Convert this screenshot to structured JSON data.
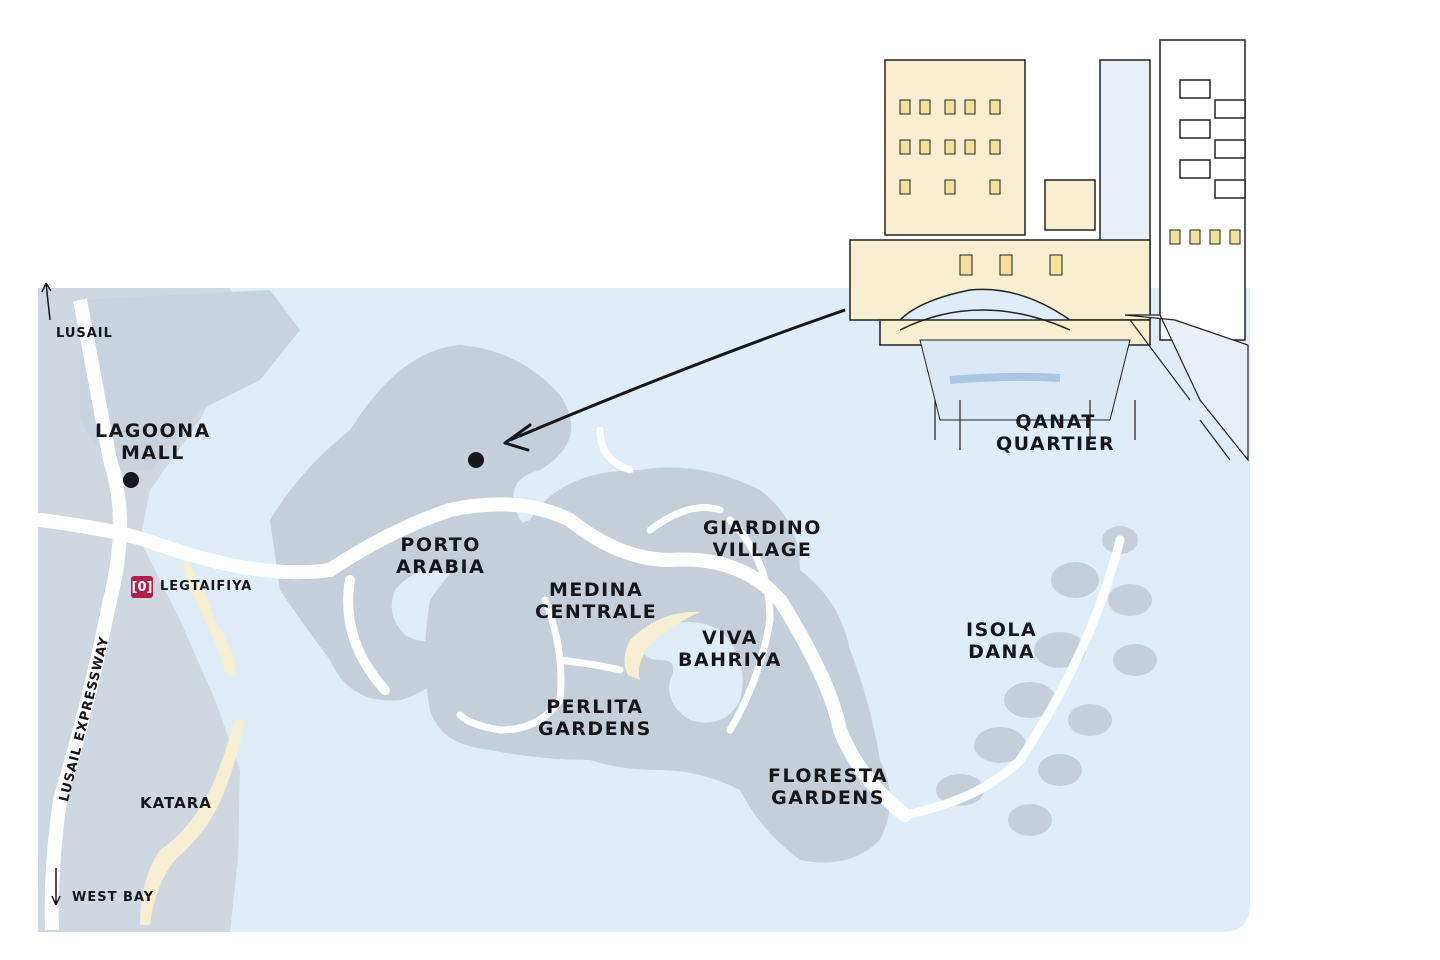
{
  "map": {
    "landmarks": [
      {
        "name": "Lagoona Mall"
      },
      {
        "name": "Qanat Quartier"
      }
    ],
    "districts": {
      "lagoona_mall": [
        "LAGOONA",
        "MALL"
      ],
      "porto_arabia": [
        "PORTO",
        "ARABIA"
      ],
      "giardino_village": [
        "GIARDINO",
        "VILLAGE"
      ],
      "medina_centrale": [
        "MEDINA",
        "CENTRALE"
      ],
      "viva_bahriya": [
        "VIVA",
        "BAHRIYA"
      ],
      "perlita_gardens": [
        "PERLITA",
        "GARDENS"
      ],
      "isola_dana": [
        "ISOLA",
        "DANA"
      ],
      "floresta_gardens": [
        "FLORESTA",
        "GARDENS"
      ],
      "qanat_quartier": [
        "QANAT",
        "QUARTIER"
      ],
      "katara": "KATARA"
    },
    "directions": {
      "north": "LUSAIL",
      "south": "WEST BAY",
      "road": "LUSAIL EXPRESSWAY"
    },
    "transit": {
      "station_name": "LEGTAIFIYA",
      "icon": "metro-icon",
      "icon_glyph": "[0]",
      "color": "#b0204a"
    },
    "colors": {
      "water": "#deedf8",
      "land": "#c5cfd9",
      "road": "#ffffff",
      "beach": "#f6efd1"
    },
    "callout": {
      "from": "Qanat Quartier",
      "to": "Porto Arabia marker",
      "icon": "arrow-icon"
    }
  }
}
